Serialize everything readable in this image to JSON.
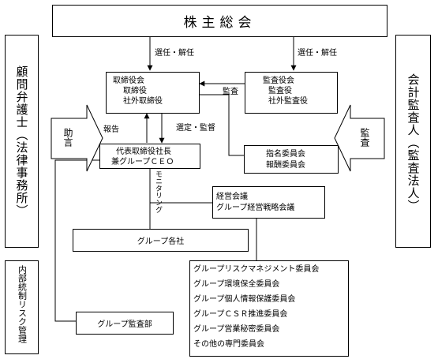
{
  "shareholders": "株主総会",
  "board": [
    "取締役会",
    "取締役",
    "社外取締役"
  ],
  "auditors": [
    "監査役会",
    "監査役",
    "社外監査役"
  ],
  "elect_label_left": "選任・解任",
  "elect_label_right": "選任・解任",
  "audit_label": "監査",
  "report_label": "報告",
  "supervise_label": "選定・監督",
  "ceo": [
    "代表取締役社長",
    "兼グループＣＥＯ"
  ],
  "committees_a": [
    "指名委員会",
    "報酬委員会"
  ],
  "monitoring_label": "モニタリング",
  "management_meeting": [
    "経営会議",
    "グループ経営戦略会議"
  ],
  "group_companies": "グループ各社",
  "risk_committees": [
    "グループリスクマネジメント委員会",
    "グループ環境保全委員会",
    "グループ個人情報保護委員会",
    "グループＣＳＲ推進委員会",
    "グループ営業秘密委員会",
    "その他の専門委員会"
  ],
  "audit_dept": "グループ監査部",
  "legal_counsel": "顧問弁護士（法律事務所）",
  "accounting_auditor": "会計監査人（監査法人）",
  "internal_control": "内部統制リスク管理",
  "advice_arrow": "助言",
  "audit_arrow": "監査"
}
